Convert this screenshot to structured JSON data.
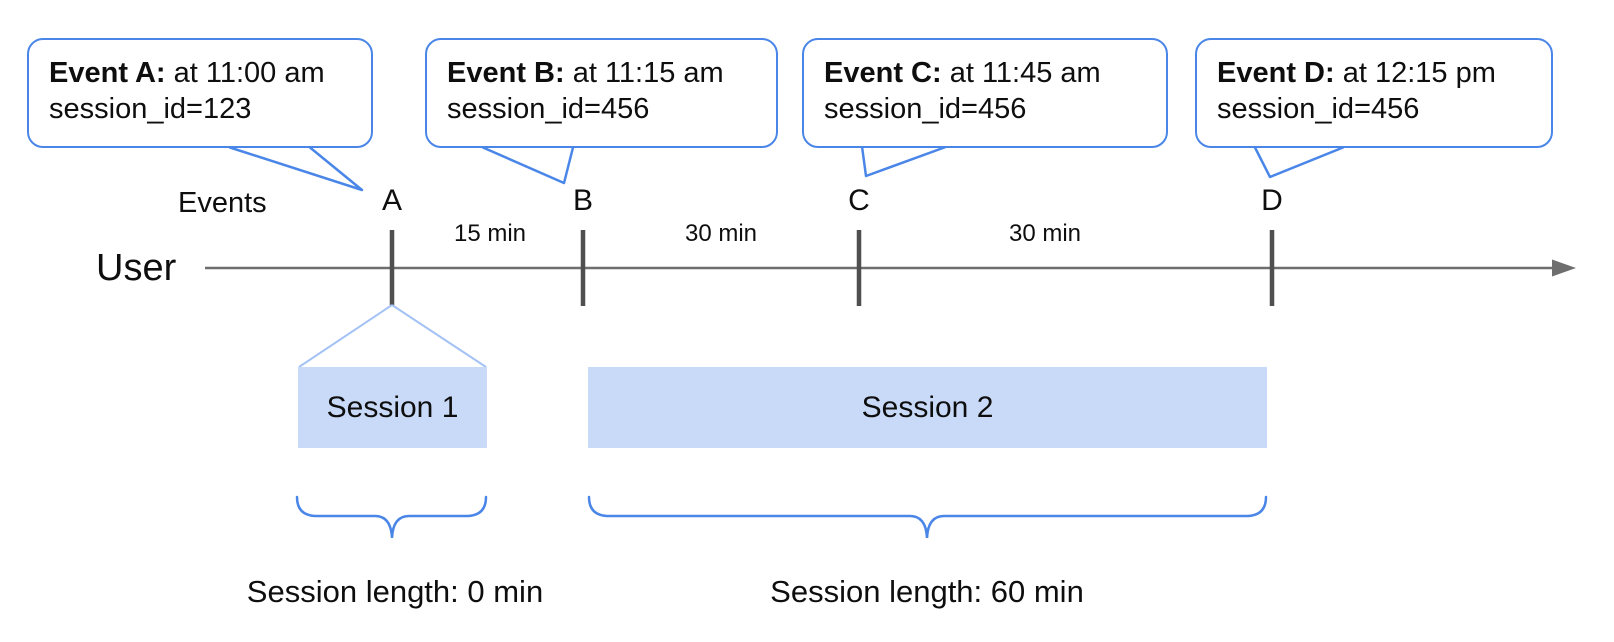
{
  "colors": {
    "accent_blue": "#4a86e8",
    "bubble_border": "#4a86e8",
    "brace_blue": "#4a86e8",
    "session_fill": "#c9daf8",
    "funnel_line_blue": "#a4c2f4",
    "axis_gray": "#6e6e6e",
    "tick_gray": "#4f4f4f",
    "text_black": "#0e0e0e"
  },
  "labels": {
    "events_axis": "Events",
    "user_axis": "User"
  },
  "events": [
    {
      "letter": "A",
      "callout_bold": "Event A:",
      "callout_time": " at 11:00 am",
      "callout_session": "session_id=123"
    },
    {
      "letter": "B",
      "callout_bold": "Event B:",
      "callout_time": " at 11:15 am",
      "callout_session": "session_id=456"
    },
    {
      "letter": "C",
      "callout_bold": "Event C:",
      "callout_time": " at 11:45 am",
      "callout_session": "session_id=456"
    },
    {
      "letter": "D",
      "callout_bold": "Event D:",
      "callout_time": " at 12:15 pm",
      "callout_session": "session_id=456"
    }
  ],
  "intervals": [
    {
      "label": "15 min"
    },
    {
      "label": "30 min"
    },
    {
      "label": "30 min"
    }
  ],
  "sessions": [
    {
      "label": "Session 1",
      "length": "Session length: 0 min"
    },
    {
      "label": "Session 2",
      "length": "Session length: 60 min"
    }
  ]
}
